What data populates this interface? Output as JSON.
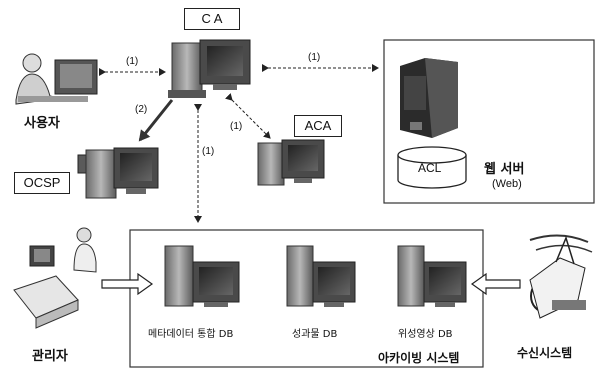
{
  "nodes": {
    "ca": "C A",
    "aca": "ACA",
    "ocsp": "OCSP",
    "user": "사용자",
    "admin": "관리자",
    "web_server": "웹 서버",
    "web_server_sub": "(Web)",
    "acl": "ACL",
    "receiver": "수신시스템",
    "archive": "아카이빙 시스템"
  },
  "archive_dbs": [
    "메타데이터 통합 DB",
    "성과물 DB",
    "위성영상 DB"
  ],
  "connections": [
    {
      "from": "user",
      "to": "ca",
      "label": "(1)"
    },
    {
      "from": "ca",
      "to": "web_server",
      "label": "(1)"
    },
    {
      "from": "ca",
      "to": "ocsp",
      "label": "(2)"
    },
    {
      "from": "ca",
      "to": "aca",
      "label": "(1)"
    },
    {
      "from": "ca",
      "to": "archive",
      "label": "(1)"
    }
  ]
}
